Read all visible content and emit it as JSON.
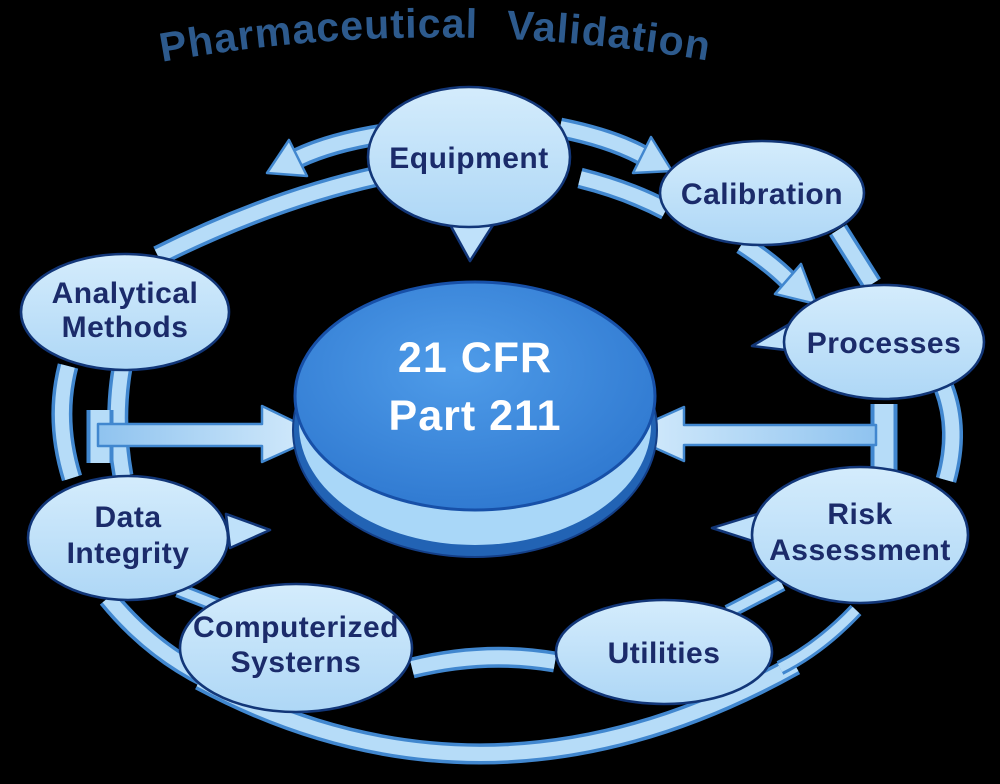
{
  "title": "Pharmaceutical Validation",
  "center": {
    "line1": "21 CFR",
    "line2": "Part 211"
  },
  "bubbles": {
    "equipment": {
      "line1": "Equipment"
    },
    "calibration": {
      "line1": "Calibration"
    },
    "processes": {
      "line1": "Processes"
    },
    "risk_assessment": {
      "line1": "Risk",
      "line2": "Assessment"
    },
    "utilities": {
      "line1": "Utilities"
    },
    "computerized_systems": {
      "line1": "Computerized",
      "line2": "Systerns"
    },
    "data_integrity": {
      "line1": "Data",
      "line2": "Integrity"
    },
    "analytical_methods": {
      "line1": "Analytical",
      "line2": "Methods"
    }
  },
  "colors": {
    "background": "#000000",
    "title_color": "#2d5a8d",
    "bubble_fill": "#bfe1fa",
    "bubble_border": "#123678",
    "text_navy": "#1b2b6a",
    "band_fill": "#b6dcf8",
    "band_edge": "#4187cf",
    "disc_face": "#2e7ad2",
    "disc_face_light": "#4f9ce9",
    "disc_rim": "#a9d7f8",
    "disc_under": "#2263b4",
    "disc_border": "#1750a8",
    "disc_text": "#ffffff"
  }
}
